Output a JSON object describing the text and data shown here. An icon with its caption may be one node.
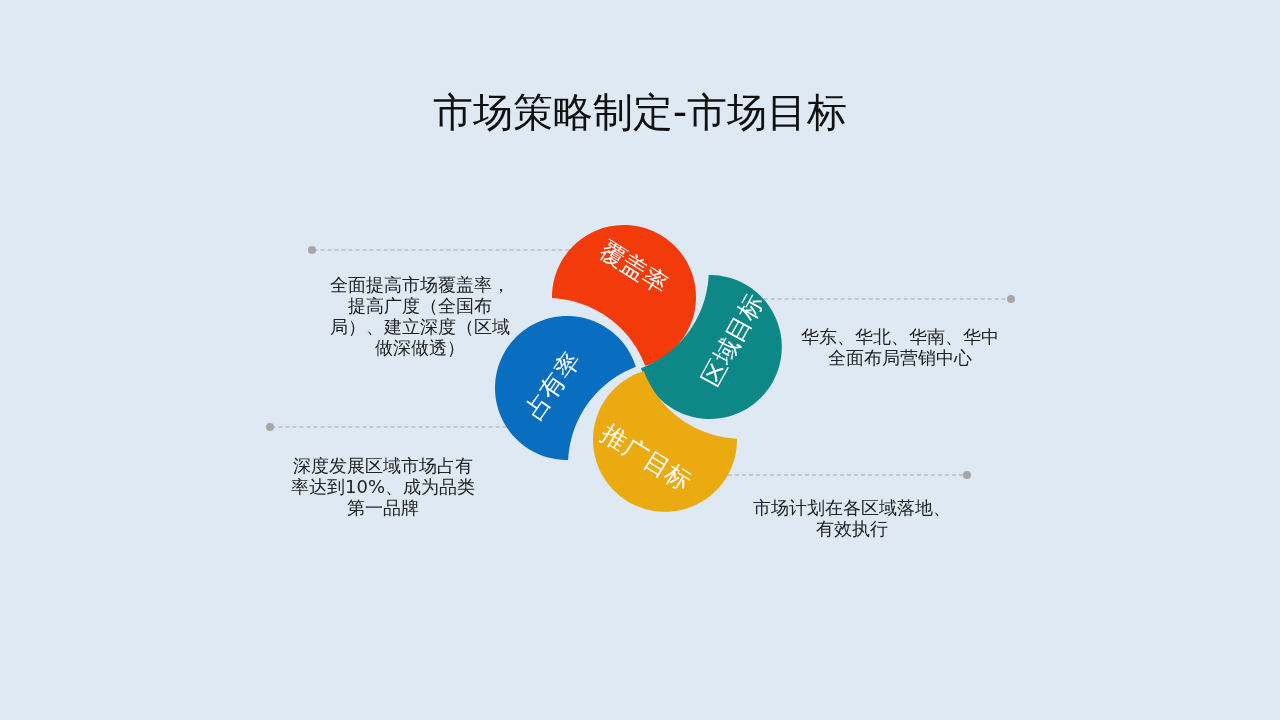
{
  "diagram": {
    "title": "市场策略制定-市场目标",
    "nodes": [
      {
        "text": [
          "覆盖率"
        ]
      },
      {
        "text": [
          "区域目标"
        ],
        "beside": [
          "华东、华北、华南、华中全面布局营销中心"
        ]
      },
      {
        "text": [
          "占有率"
        ],
        "beside": [
          "深度发展区域市场占有率达到10%、成为品类第一品牌"
        ]
      },
      {
        "text": [
          "推广目标"
        ],
        "beside": [
          "市场计划在各区域落地、有效执行"
        ]
      }
    ],
    "edges": [
      {
        "from": 0,
        "to": null,
        "arrow": "other",
        "style": "dashed"
      },
      {
        "from": 1,
        "to": null,
        "arrow": "other",
        "style": "dashed"
      },
      {
        "from": 2,
        "to": null,
        "arrow": "other",
        "style": "dashed"
      },
      {
        "from": 3,
        "to": null,
        "arrow": "other",
        "style": "dashed"
      }
    ],
    "labels": [
      "全面提高市场覆盖率，提高广度（全国布局）、建立深度（区域做深做透）"
    ]
  }
}
